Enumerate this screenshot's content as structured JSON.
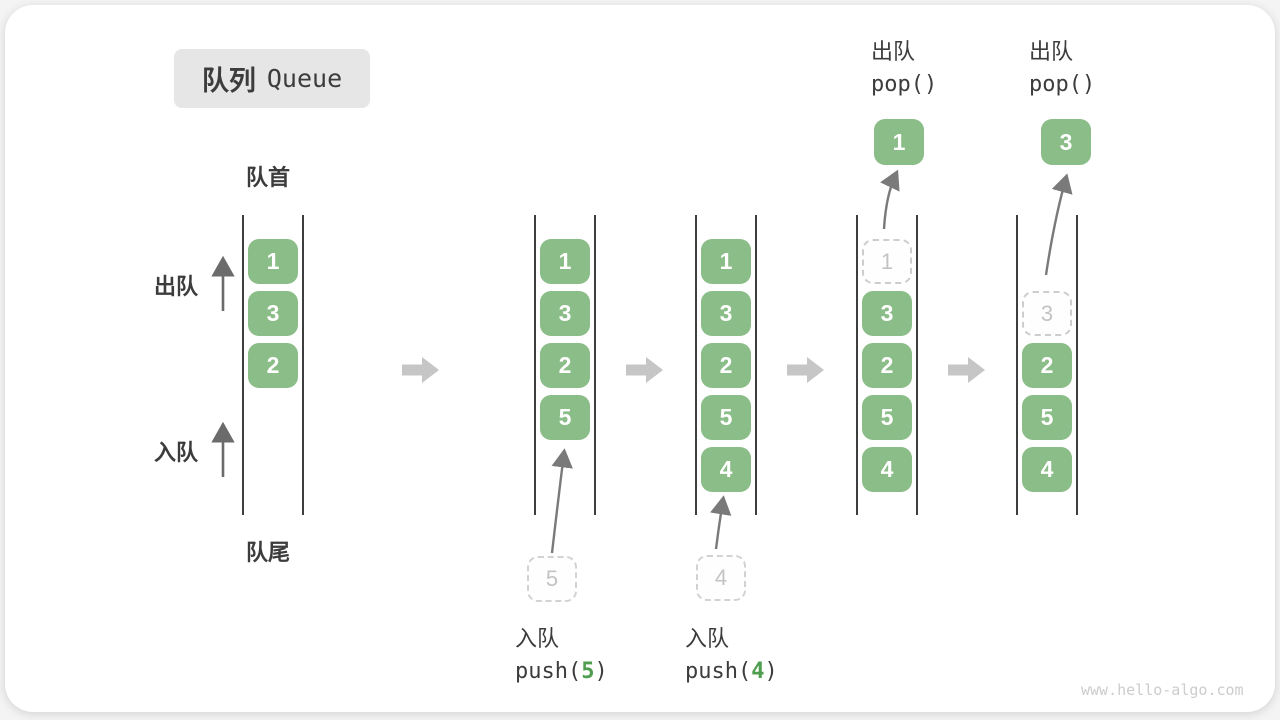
{
  "title": {
    "zh": "队列",
    "en": "Queue"
  },
  "labels": {
    "front": "队首",
    "rear": "队尾",
    "dequeue_side": "出队",
    "enqueue_side": "入队"
  },
  "queues": [
    {
      "items": [
        {
          "value": "1"
        },
        {
          "value": "3"
        },
        {
          "value": "2"
        }
      ]
    },
    {
      "items": [
        {
          "value": "1"
        },
        {
          "value": "3"
        },
        {
          "value": "2"
        },
        {
          "value": "5"
        }
      ]
    },
    {
      "items": [
        {
          "value": "1"
        },
        {
          "value": "3"
        },
        {
          "value": "2"
        },
        {
          "value": "5"
        },
        {
          "value": "4"
        }
      ]
    },
    {
      "items": [
        {
          "value": "1",
          "ghost": true
        },
        {
          "value": "3"
        },
        {
          "value": "2"
        },
        {
          "value": "5"
        },
        {
          "value": "4"
        }
      ]
    },
    {
      "items": [
        {
          "value": "3",
          "ghost": true
        },
        {
          "value": "2"
        },
        {
          "value": "5"
        },
        {
          "value": "4"
        }
      ]
    }
  ],
  "operations": {
    "push5": {
      "label": "入队",
      "code_open": "push(",
      "arg": "5",
      "code_close": ")",
      "ghost_value": "5"
    },
    "push4": {
      "label": "入队",
      "code_open": "push(",
      "arg": "4",
      "code_close": ")",
      "ghost_value": "4"
    },
    "pop1": {
      "label": "出队",
      "code": "pop()",
      "result": "1"
    },
    "pop3": {
      "label": "出队",
      "code": "pop()",
      "result": "3"
    }
  },
  "watermark": "www.hello-algo.com",
  "colors": {
    "cell_green": "#8bbd88",
    "code_arg_green": "#4f9d4f",
    "ghost_border": "#cdcdcd",
    "queue_wall": "#3e3e3e",
    "step_arrow": "#c6c6c6",
    "thin_arrow": "#757575",
    "text": "#3c3c3c",
    "badge_bg": "#e6e6e6",
    "watermark": "#cccccc"
  }
}
